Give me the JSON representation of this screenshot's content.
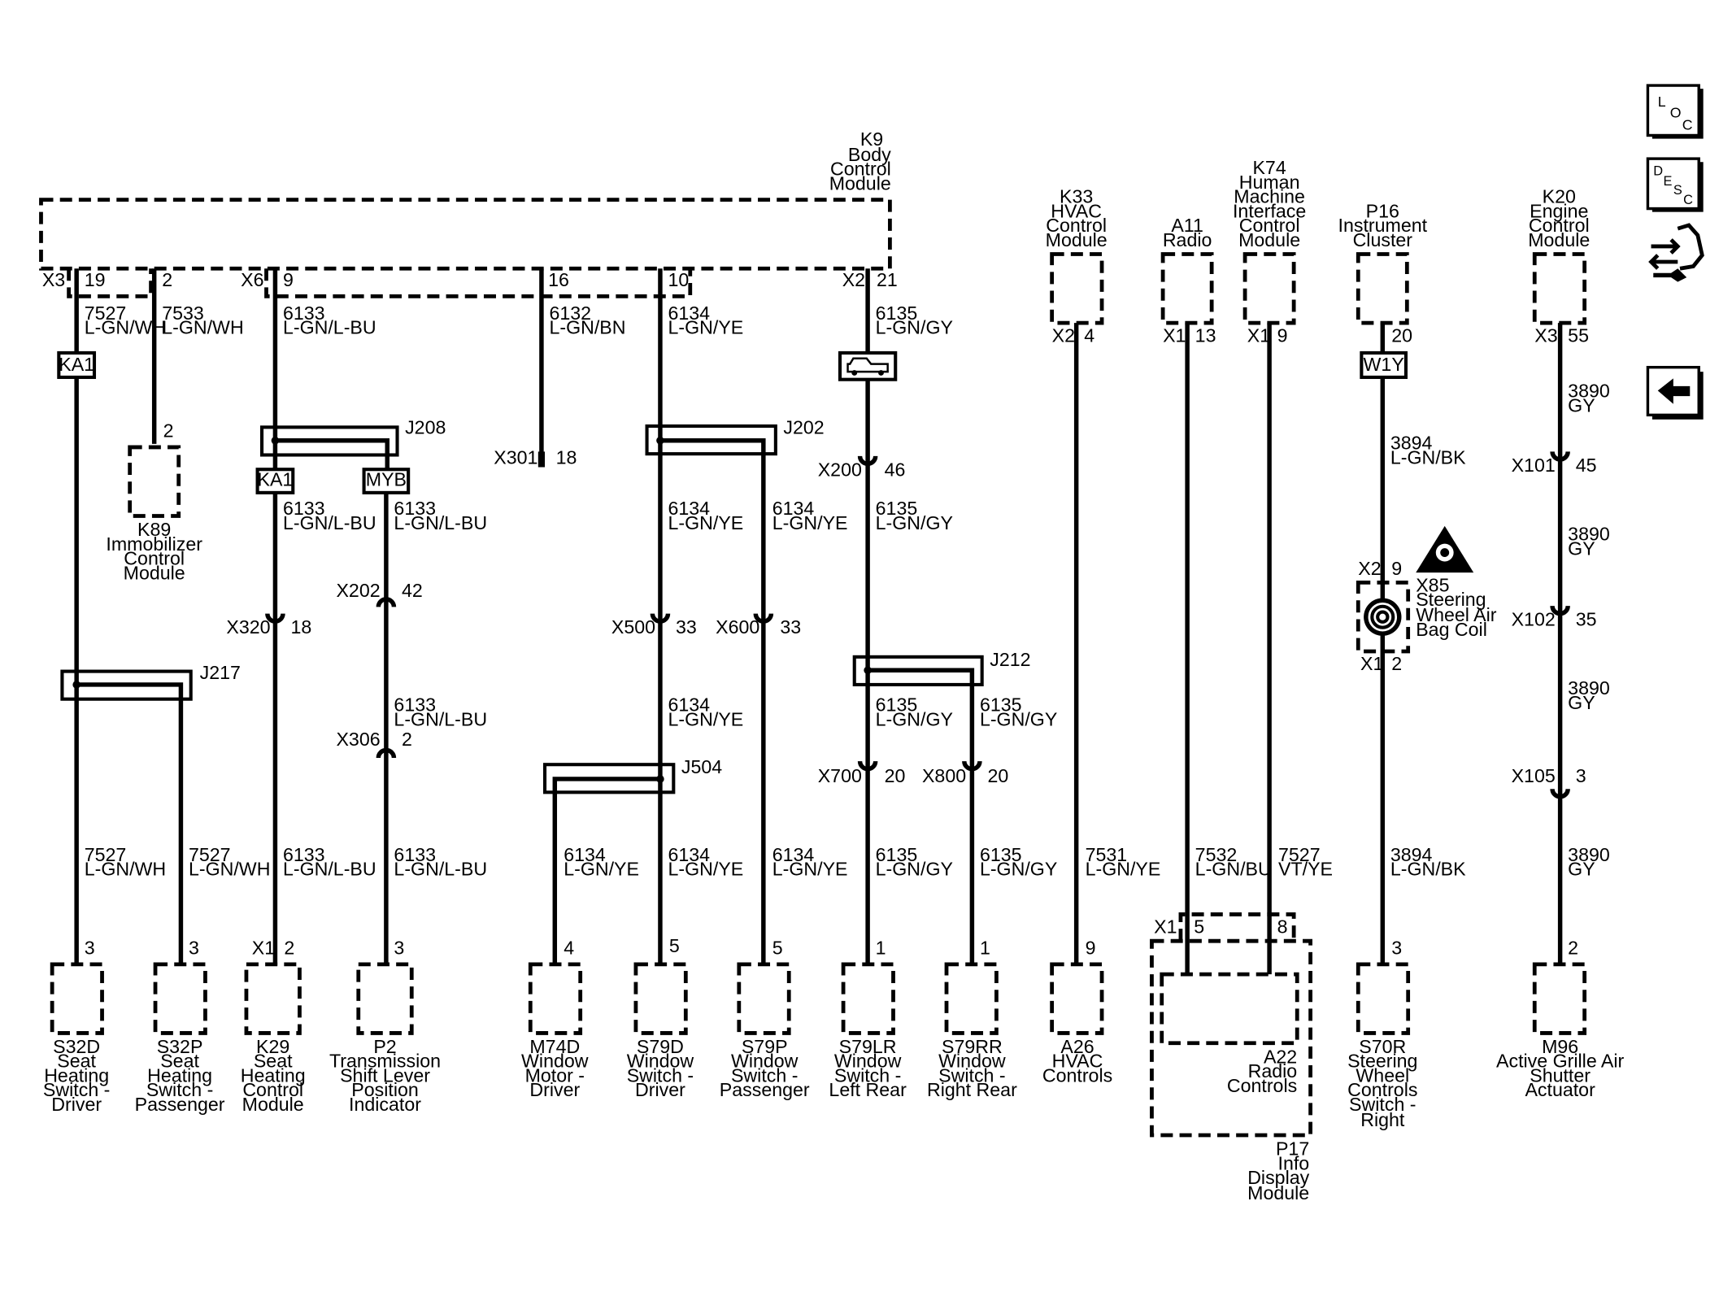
{
  "nav": {
    "loc": [
      "L",
      "O",
      "C"
    ],
    "desc": [
      "D",
      "E",
      "S",
      "C"
    ]
  },
  "k9": {
    "name": "K9",
    "l1": "Body",
    "l2": "Control",
    "l3": "Module"
  },
  "k9pins": {
    "x3": "X3",
    "p19": "19",
    "p2": "2",
    "x6": "X6",
    "p9": "9",
    "p16": "16",
    "p10": "10",
    "x2": "X2",
    "p21": "21"
  },
  "wires": {
    "w7527": "7527",
    "w7533": "7533",
    "w6133": "6133",
    "w6132": "6132",
    "w6134": "6134",
    "w6135": "6135",
    "w7531": "7531",
    "w7532": "7532",
    "w3894": "3894",
    "w3890": "3890",
    "lgnwh": "L-GN/WH",
    "lgnlbu": "L-GN/L-BU",
    "lgnbn": "L-GN/BN",
    "lgnye": "L-GN/YE",
    "lgngy": "L-GN/GY",
    "lgnbu": "L-GN/BU",
    "vtye": "VT/YE",
    "lgnbk": "L-GN/BK",
    "gy": "GY"
  },
  "splices": {
    "ka1": "KA1",
    "myb": "MYB",
    "w1y": "W1Y",
    "j208": "J208",
    "j202": "J202",
    "j217": "J217",
    "j504": "J504",
    "j212": "J212"
  },
  "connectors": {
    "x301": "X301",
    "x301p": "18",
    "x200": "X200",
    "x200p": "46",
    "x320": "X320",
    "x320p": "18",
    "x202": "X202",
    "x202p": "42",
    "x306": "X306",
    "x306p": "2",
    "x500": "X500",
    "x500p": "33",
    "x600": "X600",
    "x600p": "33",
    "x700": "X700",
    "x700p": "20",
    "x800": "X800",
    "x800p": "20",
    "x101": "X101",
    "x101p": "45",
    "x102": "X102",
    "x102p": "35",
    "x105": "X105",
    "x105p": "3"
  },
  "k89": {
    "pin": "2",
    "name": "K89",
    "l1": "Immobilizer",
    "l2": "Control",
    "l3": "Module"
  },
  "top": {
    "k33": {
      "name": "K33",
      "l1": "HVAC",
      "l2": "Control",
      "l3": "Module",
      "conn": "X2",
      "pin": "4"
    },
    "a11": {
      "name": "A11",
      "l1": "Radio",
      "conn": "X1",
      "pin": "13"
    },
    "k74": {
      "name": "K74",
      "l1": "Human",
      "l2": "Machine",
      "l3": "Interface",
      "l4": "Control",
      "l5": "Module",
      "conn": "X1",
      "pin": "9"
    },
    "p16": {
      "name": "P16",
      "l1": "Instrument",
      "l2": "Cluster",
      "pin": "20"
    },
    "k20": {
      "name": "K20",
      "l1": "Engine",
      "l2": "Control",
      "l3": "Module",
      "conn": "X3",
      "pin": "55"
    }
  },
  "x85": {
    "c1": "X2",
    "p1": "9",
    "c2": "X1",
    "p2": "2",
    "name": "X85",
    "l1": "Steering",
    "l2": "Wheel Air",
    "l3": "Bag Coil"
  },
  "bottom": {
    "s32d": {
      "pin": "3",
      "name": "S32D",
      "l1": "Seat",
      "l2": "Heating",
      "l3": "Switch -",
      "l4": "Driver"
    },
    "s32p": {
      "pin": "3",
      "name": "S32P",
      "l1": "Seat",
      "l2": "Heating",
      "l3": "Switch -",
      "l4": "Passenger"
    },
    "k29": {
      "conn": "X1",
      "pin": "2",
      "name": "K29",
      "l1": "Seat",
      "l2": "Heating",
      "l3": "Control",
      "l4": "Module"
    },
    "p2": {
      "pin": "3",
      "name": "P2",
      "l1": "Transmission",
      "l2": "Shift Lever",
      "l3": "Position",
      "l4": "Indicator"
    },
    "m74d": {
      "pin": "4",
      "name": "M74D",
      "l1": "Window",
      "l2": "Motor -",
      "l3": "Driver"
    },
    "s79d": {
      "pin": "5",
      "name": "S79D",
      "l1": "Window",
      "l2": "Switch -",
      "l3": "Driver"
    },
    "s79p": {
      "pin": "5",
      "name": "S79P",
      "l1": "Window",
      "l2": "Switch -",
      "l3": "Passenger"
    },
    "s79lr": {
      "pin": "1",
      "name": "S79LR",
      "l1": "Window",
      "l2": "Switch -",
      "l3": "Left Rear"
    },
    "s79rr": {
      "pin": "1",
      "name": "S79RR",
      "l1": "Window",
      "l2": "Switch -",
      "l3": "Right Rear"
    },
    "a26": {
      "pin": "9",
      "name": "A26",
      "l1": "HVAC",
      "l2": "Controls"
    },
    "p17": {
      "conn": "X1",
      "p1": "5",
      "p2": "8",
      "name": "P17",
      "l1": "Info",
      "l2": "Display",
      "l3": "Module"
    },
    "a22": {
      "name": "A22",
      "l1": "Radio",
      "l2": "Controls"
    },
    "s70r": {
      "pin": "3",
      "name": "S70R",
      "l1": "Steering",
      "l2": "Wheel",
      "l3": "Controls",
      "l4": "Switch -",
      "l5": "Right"
    },
    "m96": {
      "pin": "2",
      "name": "M96",
      "l1": "Active Grille Air",
      "l2": "Shutter",
      "l3": "Actuator"
    }
  }
}
